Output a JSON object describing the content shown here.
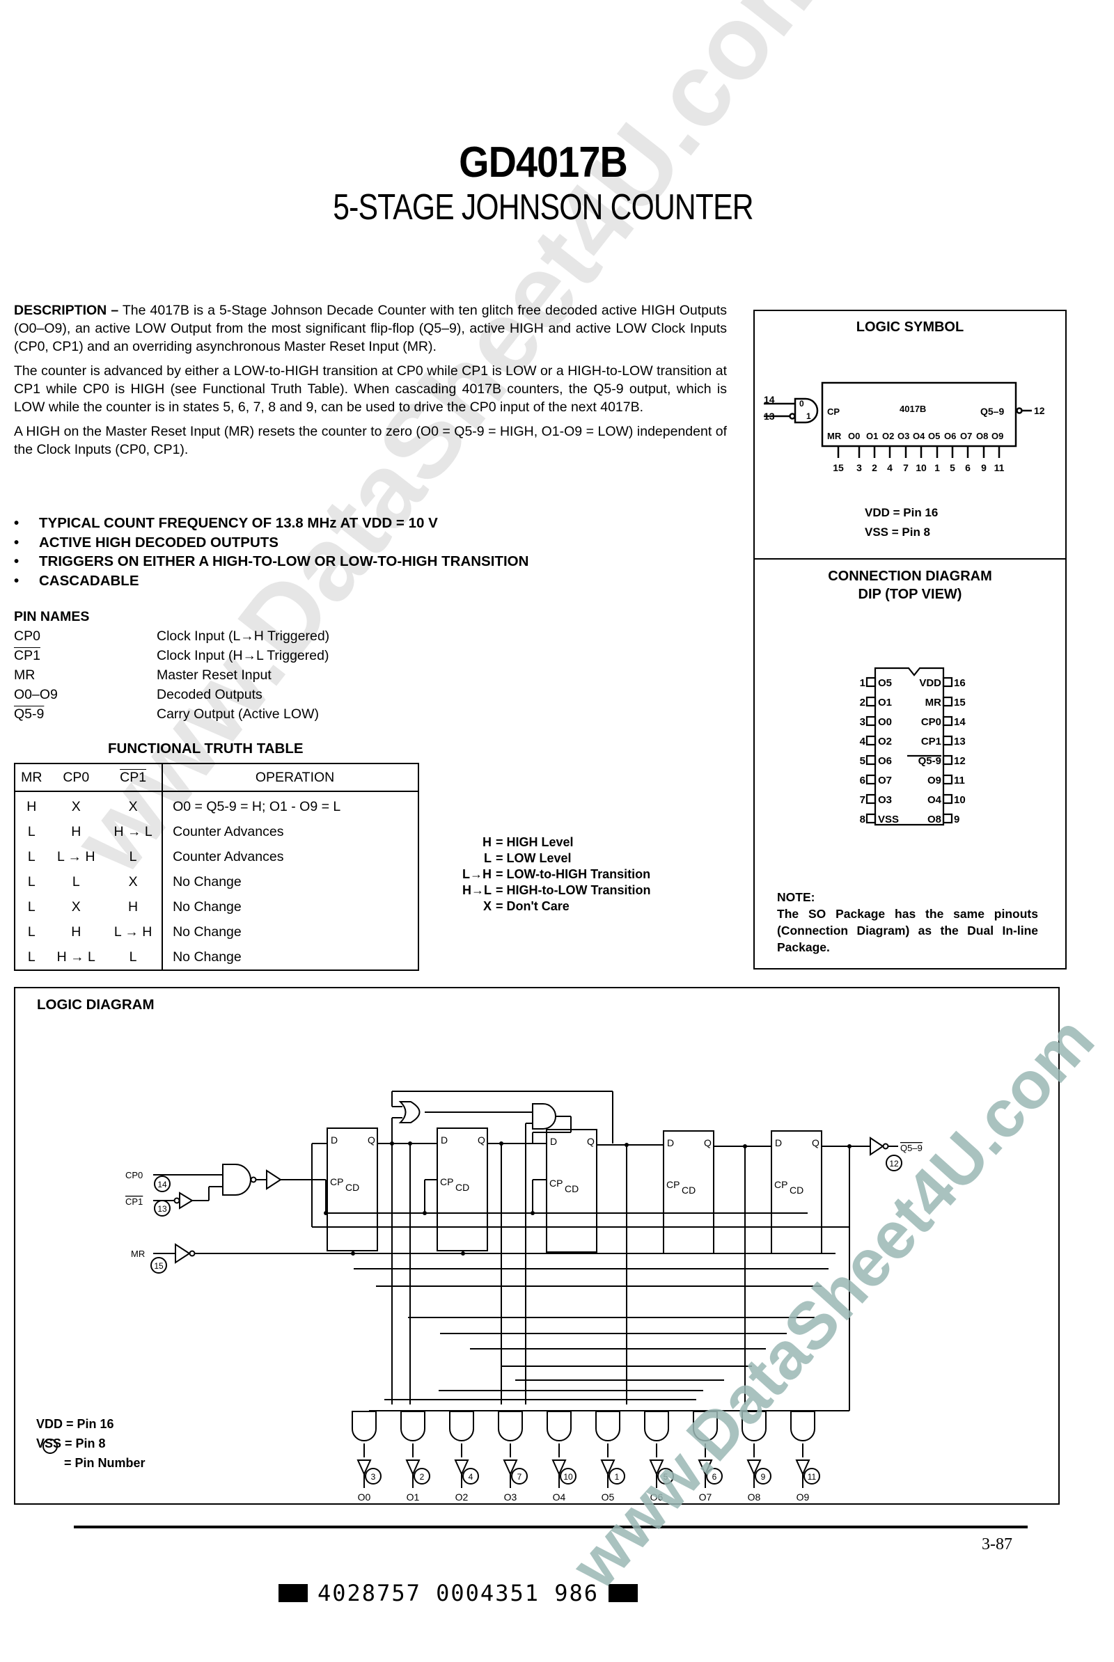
{
  "header": {
    "part_number": "GD4017B",
    "subtitle": "5-STAGE JOHNSON COUNTER"
  },
  "description": {
    "label": "DESCRIPTION –",
    "p1": "The 4017B is a 5-Stage Johnson Decade Counter with ten glitch free decoded active HIGH Outputs (O0–O9), an active LOW Output from the most significant flip-flop (Q5–9), active HIGH and active LOW Clock Inputs (CP0, CP1) and an overriding asynchronous Master Reset Input (MR).",
    "p2": "The counter is advanced by either a LOW-to-HIGH transition at CP0 while CP1 is LOW or a HIGH-to-LOW transition at CP1 while CP0 is HIGH (see Functional Truth Table). When cascading 4017B counters, the Q5-9 output, which is LOW while the counter is in states 5, 6, 7, 8 and 9, can be used to drive the CP0 input of the next 4017B.",
    "p3": "A HIGH on the Master Reset Input (MR) resets the counter to zero (O0 = Q5-9 = HIGH, O1-O9 = LOW) independent of the Clock Inputs (CP0, CP1)."
  },
  "features": [
    "TYPICAL COUNT FREQUENCY OF 13.8 MHz AT VDD = 10 V",
    "ACTIVE HIGH DECODED OUTPUTS",
    "TRIGGERS ON EITHER A HIGH-TO-LOW OR LOW-TO-HIGH TRANSITION",
    "CASCADABLE"
  ],
  "pin_names": {
    "title": "PIN NAMES",
    "rows": [
      {
        "symbol": "CP0",
        "desc": "Clock Input (L→H Triggered)"
      },
      {
        "symbol": "CP1",
        "desc": "Clock Input (H→L Triggered)"
      },
      {
        "symbol": "MR",
        "desc": "Master Reset Input"
      },
      {
        "symbol": "O0–O9",
        "desc": "Decoded Outputs"
      },
      {
        "symbol": "Q5-9",
        "desc": "Carry Output (Active LOW)"
      }
    ]
  },
  "truth_table": {
    "title": "FUNCTIONAL TRUTH TABLE",
    "headers": [
      "MR",
      "CP0",
      "CP1",
      "OPERATION"
    ],
    "rows": [
      [
        "H",
        "X",
        "X",
        "O0 = Q5-9 = H; O1 - O9 = L"
      ],
      [
        "L",
        "H",
        "H → L",
        "Counter Advances"
      ],
      [
        "L",
        "L → H",
        "L",
        "Counter Advances"
      ],
      [
        "L",
        "L",
        "X",
        "No Change"
      ],
      [
        "L",
        "X",
        "H",
        "No Change"
      ],
      [
        "L",
        "H",
        "L → H",
        "No Change"
      ],
      [
        "L",
        "H → L",
        "L",
        "No Change"
      ]
    ],
    "legend": [
      {
        "key": "H",
        "value": "HIGH Level"
      },
      {
        "key": "L",
        "value": "LOW Level"
      },
      {
        "key": "L→H",
        "value": "LOW-to-HIGH Transition"
      },
      {
        "key": "H→L",
        "value": "HIGH-to-LOW Transition"
      },
      {
        "key": "X",
        "value": "Don't Care"
      }
    ]
  },
  "logic_symbol": {
    "title": "LOGIC SYMBOL",
    "chip_label": "4017B",
    "cp_label": "CP",
    "carry_label": "Q5–9",
    "carry_pin": "12",
    "clock_pins": [
      "14",
      "13"
    ],
    "gate_inputs": [
      "0",
      "1"
    ],
    "bottom_labels": [
      "MR",
      "O0",
      "O1",
      "O2",
      "O3",
      "O4",
      "O5",
      "O6",
      "O7",
      "O8",
      "O9"
    ],
    "bottom_pins": [
      "15",
      "3",
      "2",
      "4",
      "7",
      "10",
      "1",
      "5",
      "6",
      "9",
      "11"
    ],
    "vdd": "VDD = Pin 16",
    "vss": "VSS = Pin 8"
  },
  "connection_diagram": {
    "title": "CONNECTION DIAGRAM",
    "subtitle": "DIP (TOP VIEW)",
    "left_pins": [
      {
        "num": "1",
        "name": "O5"
      },
      {
        "num": "2",
        "name": "O1"
      },
      {
        "num": "3",
        "name": "O0"
      },
      {
        "num": "4",
        "name": "O2"
      },
      {
        "num": "5",
        "name": "O6"
      },
      {
        "num": "6",
        "name": "O7"
      },
      {
        "num": "7",
        "name": "O3"
      },
      {
        "num": "8",
        "name": "VSS"
      }
    ],
    "right_pins": [
      {
        "num": "16",
        "name": "VDD"
      },
      {
        "num": "15",
        "name": "MR"
      },
      {
        "num": "14",
        "name": "CP0"
      },
      {
        "num": "13",
        "name": "CP1"
      },
      {
        "num": "12",
        "name": "Q5-9"
      },
      {
        "num": "11",
        "name": "O9"
      },
      {
        "num": "10",
        "name": "O4"
      },
      {
        "num": "9",
        "name": "O8"
      }
    ]
  },
  "note": {
    "title": "NOTE:",
    "text": "The SO Package has the same pinouts (Connection Diagram) as the Dual In-line Package."
  },
  "logic_diagram": {
    "title": "LOGIC DIAGRAM",
    "inputs": [
      {
        "label": "CP0",
        "pin": "14"
      },
      {
        "label": "CP1",
        "pin": "13"
      },
      {
        "label": "MR",
        "pin": "15"
      }
    ],
    "flip_flop_labels": {
      "d": "D",
      "q": "Q",
      "cp": "CP",
      "cd": "CD",
      "qbar": "Q"
    },
    "flip_flop_count": 5,
    "carry_output": {
      "label": "Q5–9",
      "pin": "12"
    },
    "outputs": [
      {
        "label": "O0",
        "pin": "3"
      },
      {
        "label": "O1",
        "pin": "2"
      },
      {
        "label": "O2",
        "pin": "4"
      },
      {
        "label": "O3",
        "pin": "7"
      },
      {
        "label": "O4",
        "pin": "10"
      },
      {
        "label": "O5",
        "pin": "1"
      },
      {
        "label": "O6",
        "pin": "5"
      },
      {
        "label": "O7",
        "pin": "6"
      },
      {
        "label": "O8",
        "pin": "9"
      },
      {
        "label": "O9",
        "pin": "11"
      }
    ],
    "legend": {
      "vdd": "VDD = Pin 16",
      "vss": "VSS = Pin 8",
      "pin_number": "= Pin Number"
    }
  },
  "footer": {
    "page_number": "3-87",
    "barcode_text": "4028757 0004351 986"
  },
  "watermarks": {
    "gray": "www.DataSheet4U.com",
    "teal": "www.DataSheet4U.com",
    "gray_color": "#e3e3e3",
    "teal_color": "#9bb8b5"
  }
}
